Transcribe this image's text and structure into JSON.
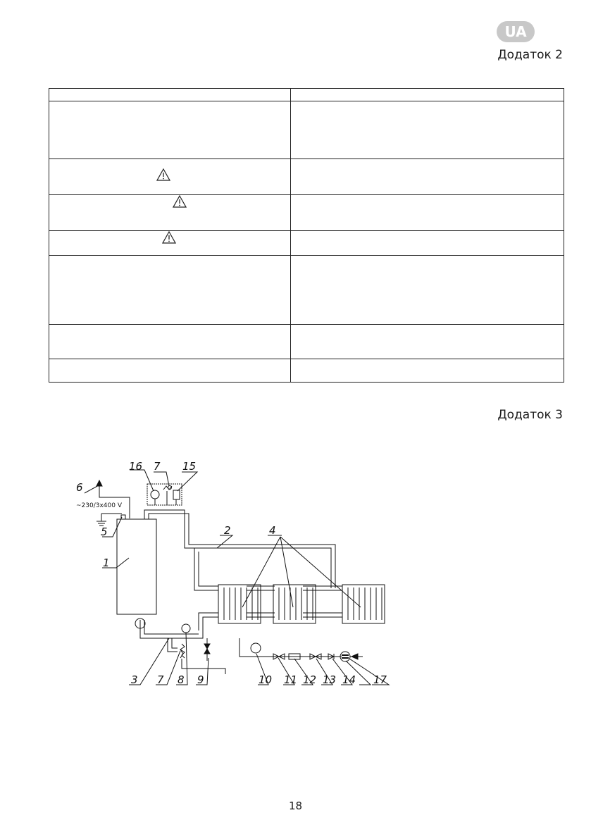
{
  "header": {
    "lang_badge": "UA",
    "appendix_2_title": "Додаток 2",
    "appendix_3_title": "Додаток 3"
  },
  "table": {
    "rows": 7,
    "columns": 2,
    "warning_icon": "warning-triangle-icon"
  },
  "diagram": {
    "supply_label": "~230/3x400 V",
    "callouts": [
      "1",
      "2",
      "3",
      "4",
      "5",
      "6",
      "7",
      "8",
      "9",
      "10",
      "11",
      "12",
      "13",
      "14",
      "15",
      "16",
      "17"
    ]
  },
  "footer": {
    "page_number": "18"
  }
}
